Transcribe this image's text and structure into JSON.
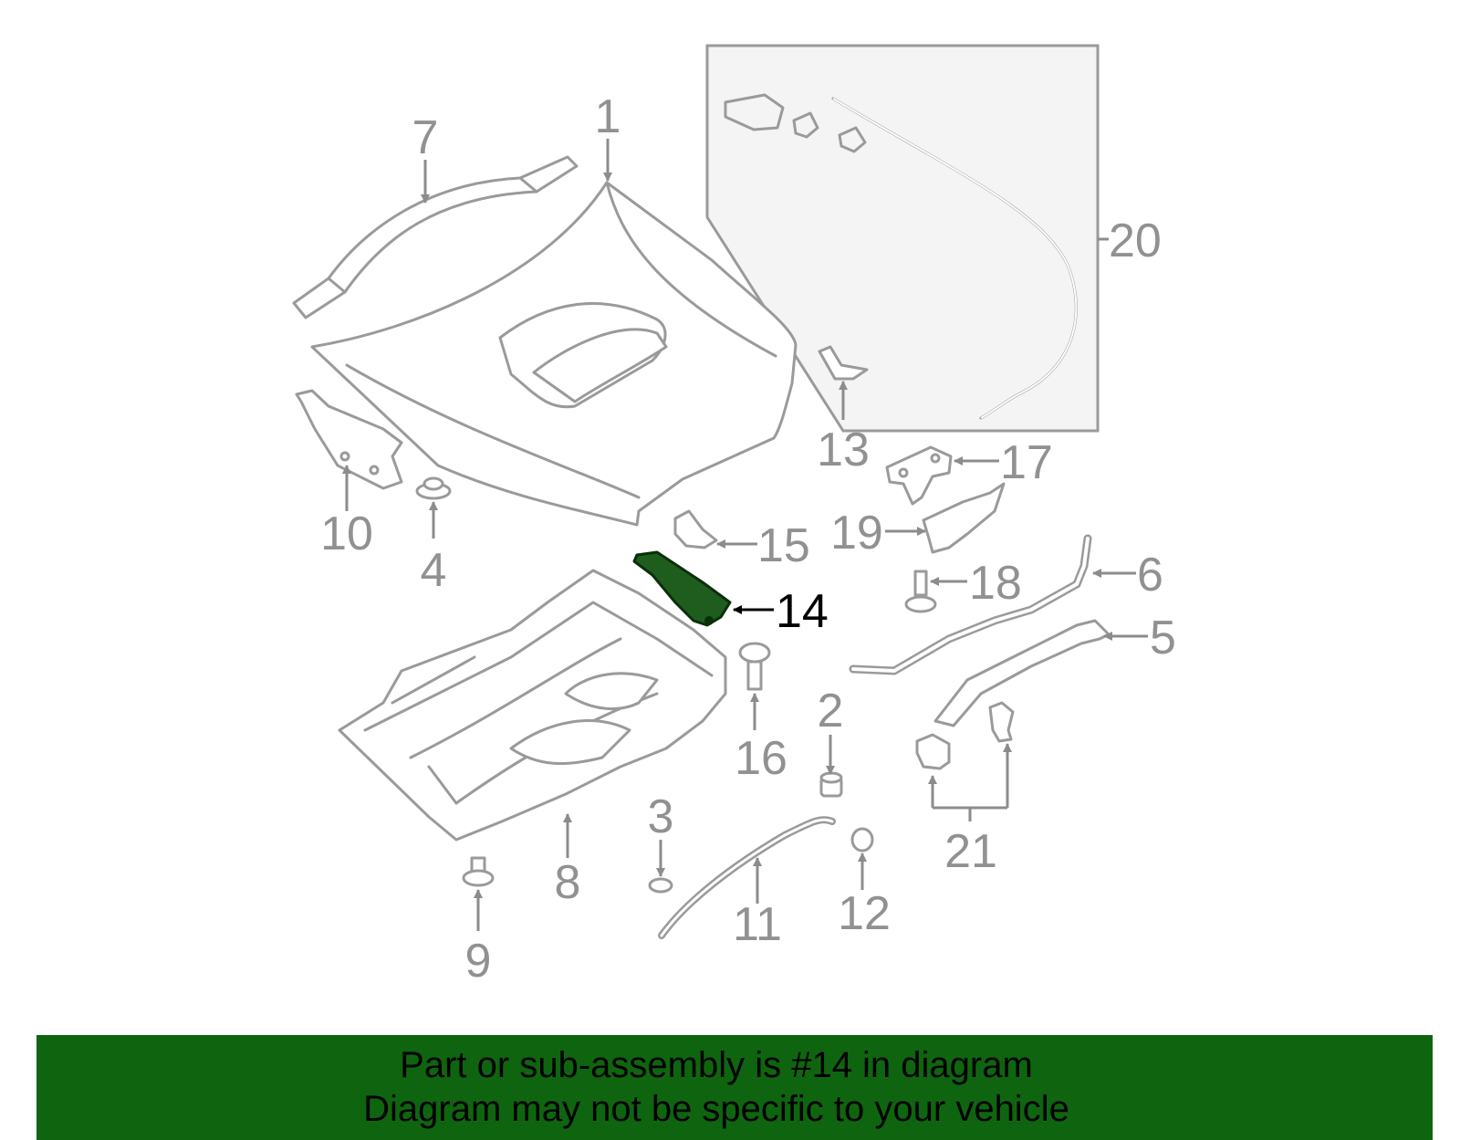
{
  "diagram": {
    "highlighted_part": "14",
    "colors": {
      "highlight": "#1f5d1f",
      "caption_bg": "#0f650f",
      "line": "#9a9a9a",
      "label": "#919191",
      "inset_bg": "#f4f4f4"
    },
    "labels": [
      {
        "id": "1",
        "text": "1"
      },
      {
        "id": "2",
        "text": "2"
      },
      {
        "id": "3",
        "text": "3"
      },
      {
        "id": "4",
        "text": "4"
      },
      {
        "id": "5",
        "text": "5"
      },
      {
        "id": "6",
        "text": "6"
      },
      {
        "id": "7",
        "text": "7"
      },
      {
        "id": "8",
        "text": "8"
      },
      {
        "id": "9",
        "text": "9"
      },
      {
        "id": "10",
        "text": "10"
      },
      {
        "id": "11",
        "text": "11"
      },
      {
        "id": "12",
        "text": "12"
      },
      {
        "id": "13",
        "text": "13"
      },
      {
        "id": "14",
        "text": "14"
      },
      {
        "id": "15",
        "text": "15"
      },
      {
        "id": "16",
        "text": "16"
      },
      {
        "id": "17",
        "text": "17"
      },
      {
        "id": "18",
        "text": "18"
      },
      {
        "id": "19",
        "text": "19"
      },
      {
        "id": "20",
        "text": "20"
      },
      {
        "id": "21",
        "text": "21"
      }
    ]
  },
  "caption": {
    "line1": "Part or sub-assembly is #14 in diagram",
    "line2": "Diagram may not be specific to your vehicle"
  }
}
